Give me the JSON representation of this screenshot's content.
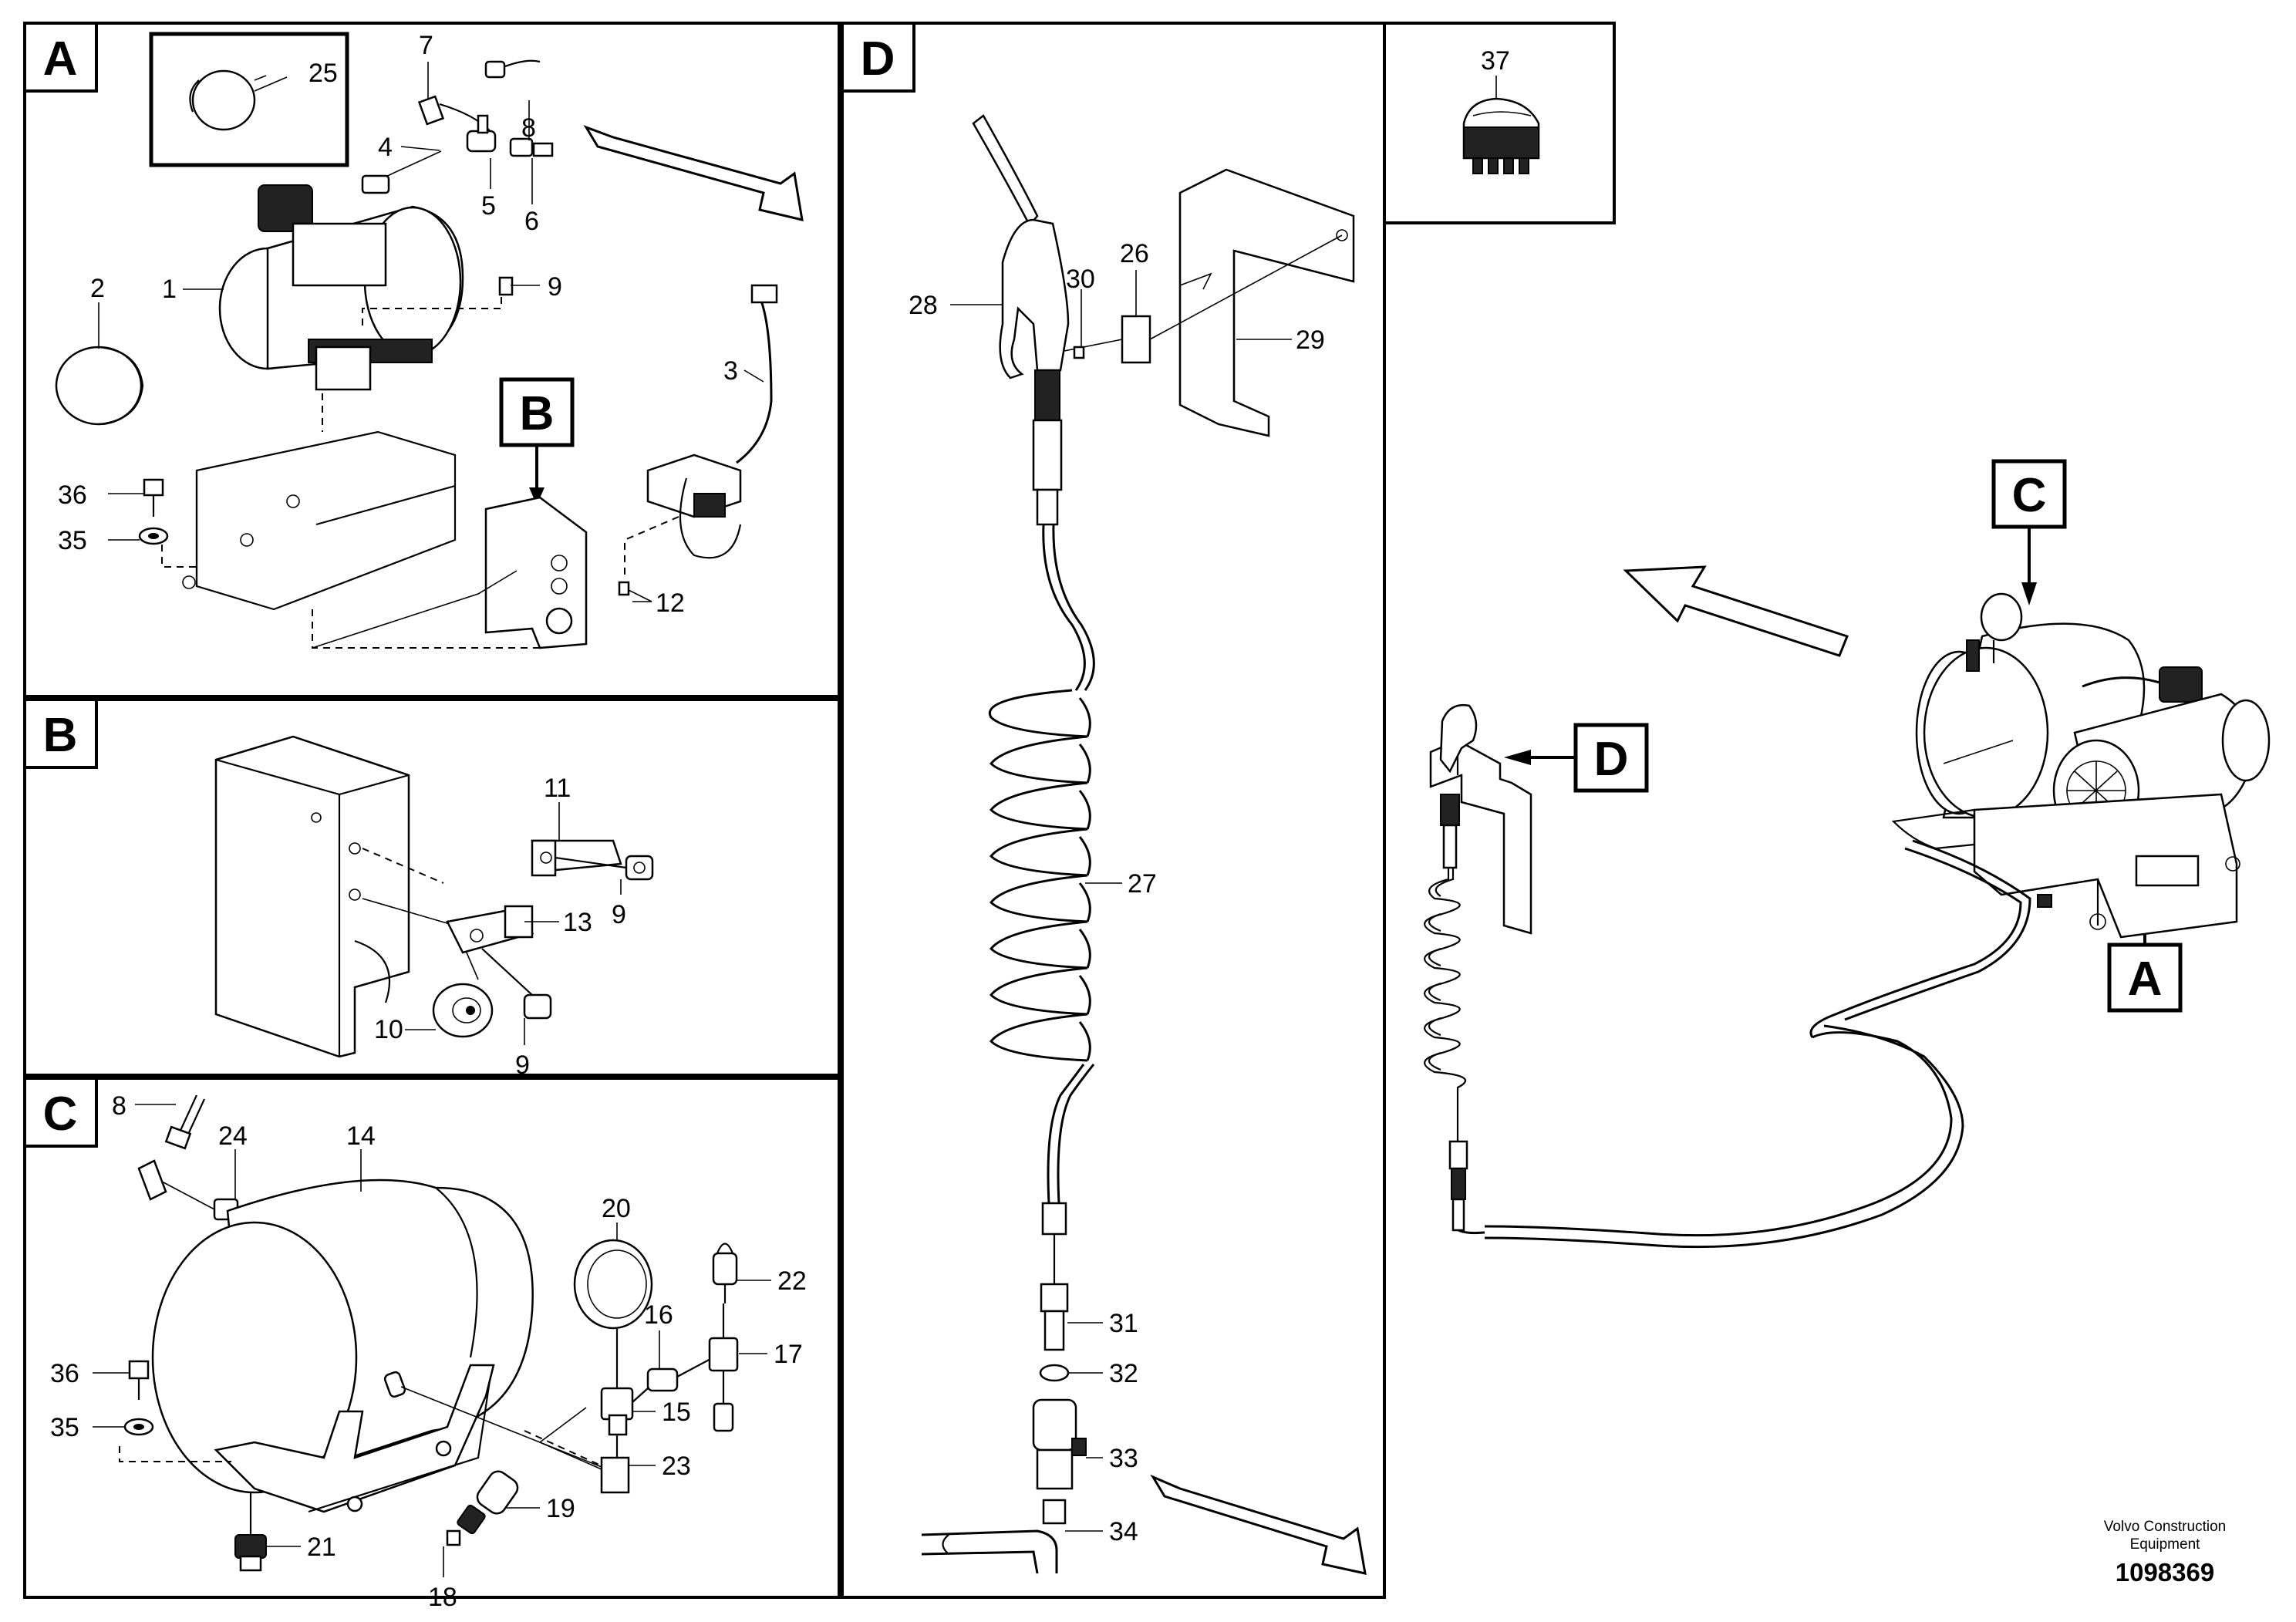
{
  "panels": {
    "A": {
      "label": "A"
    },
    "B": {
      "label": "B"
    },
    "C": {
      "label": "C"
    },
    "D": {
      "label": "D"
    }
  },
  "callouts": {
    "c1": "1",
    "c2": "2",
    "c3": "3",
    "c4": "4",
    "c5": "5",
    "c6": "6",
    "c7": "7",
    "c8": "8",
    "c9": "9",
    "c10": "10",
    "c11": "11",
    "c12": "12",
    "c13": "13",
    "c14": "14",
    "c15": "15",
    "c16": "16",
    "c17": "17",
    "c18": "18",
    "c19": "19",
    "c20": "20",
    "c21": "21",
    "c22": "22",
    "c23": "23",
    "c24": "24",
    "c25": "25",
    "c26": "26",
    "c27": "27",
    "c28": "28",
    "c29": "29",
    "c30": "30",
    "c31": "31",
    "c32": "32",
    "c33": "33",
    "c34": "34",
    "c35": "35",
    "c36": "36",
    "c37": "37"
  },
  "overview": {
    "ref_a": "A",
    "ref_c": "C",
    "ref_d": "D",
    "ref_b": "B"
  },
  "footer": {
    "brand_line1": "Volvo Construction",
    "brand_line2": "Equipment",
    "drawing_number": "1098369"
  }
}
